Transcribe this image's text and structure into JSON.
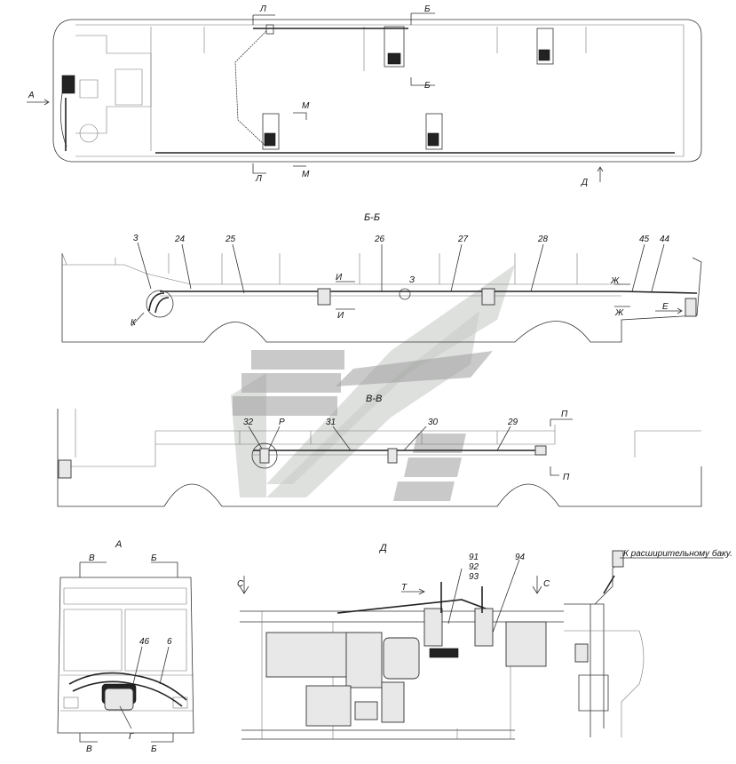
{
  "views": {
    "top": {
      "view_a": "А",
      "sec_l_top": "Л",
      "sec_l_bot": "Л",
      "sec_b_top": "Б",
      "sec_b_bot": "Б",
      "sec_m_top": "М",
      "sec_m_bot": "М",
      "view_d": "Д"
    },
    "bb": {
      "title": "Б-Б",
      "pos_3": "3",
      "pos_24": "24",
      "pos_25": "25",
      "pos_26": "26",
      "pos_27": "27",
      "pos_28": "28",
      "pos_45": "45",
      "pos_44": "44",
      "node_k": "К",
      "node_z": "З",
      "sec_i_top": "И",
      "sec_i_bot": "И",
      "sec_zh_top": "Ж",
      "sec_zh_bot": "Ж",
      "view_e": "Е"
    },
    "vv": {
      "title": "В-В",
      "pos_32": "32",
      "node_r": "Р",
      "pos_31": "31",
      "pos_30": "30",
      "pos_29": "29",
      "sec_p_top": "П",
      "sec_p_bot": "П"
    },
    "a": {
      "title": "А",
      "sec_v_top": "В",
      "sec_v_bot": "В",
      "sec_b_top": "Б",
      "sec_b_bot": "Б",
      "pos_46": "46",
      "pos_6": "6",
      "sec_g": "Г"
    },
    "d": {
      "title": "Д",
      "sec_s_left": "С",
      "sec_s_right": "С",
      "sec_t": "Т",
      "pos_91": "91",
      "pos_92": "92",
      "pos_93": "93",
      "pos_94": "94",
      "note": "К расширительному баку."
    }
  }
}
